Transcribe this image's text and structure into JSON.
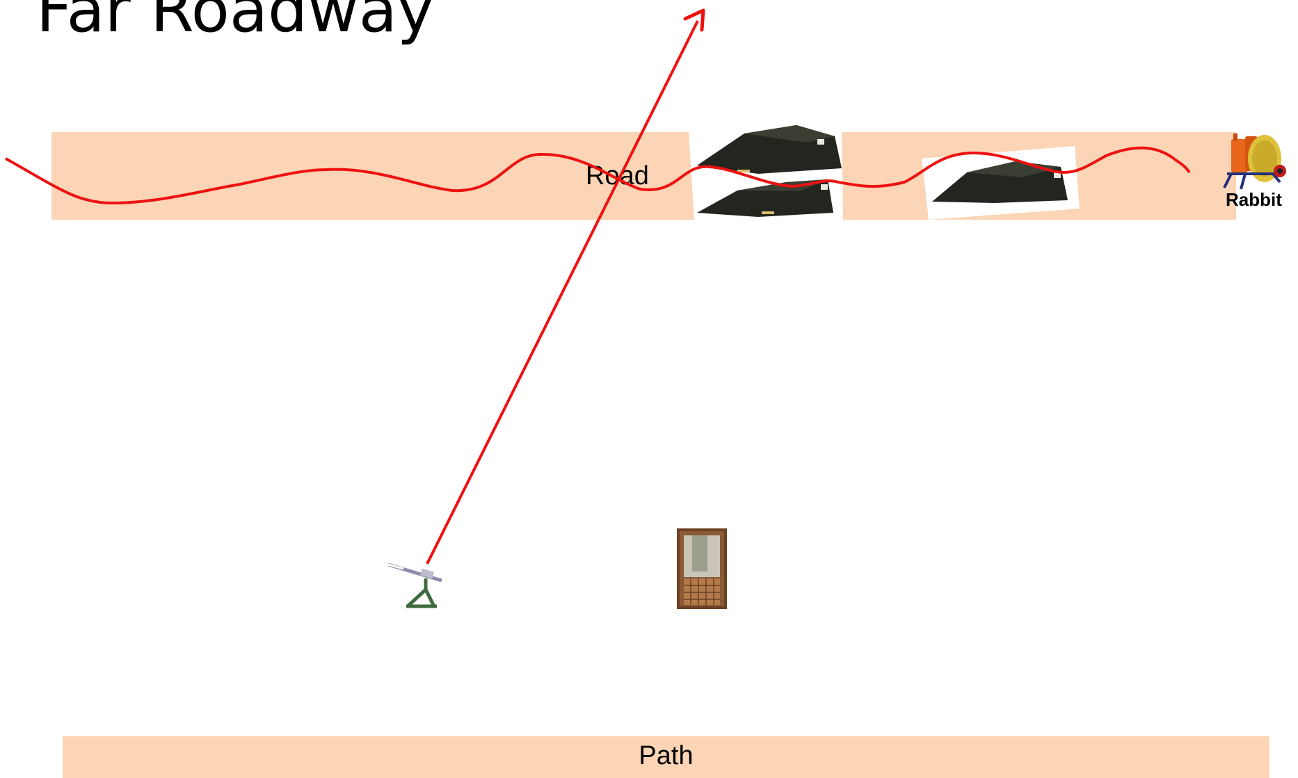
{
  "title": "Far Roadway",
  "road": {
    "label": "Road"
  },
  "path": {
    "label": "Path"
  },
  "rabbit": {
    "label": "Rabbit"
  },
  "colors": {
    "band_fill": "#fbd5b5",
    "trajectory": "#ee1111",
    "ramp_dark": "#22261e",
    "trap_green": "#3e6b3e",
    "cage_wood": "#8a5a35"
  },
  "icons": {
    "ramp": "ramp-icon",
    "trap": "clay-trap-icon",
    "cage": "shooting-cage-icon",
    "rabbit_machine": "rabbit-trap-machine-icon"
  }
}
